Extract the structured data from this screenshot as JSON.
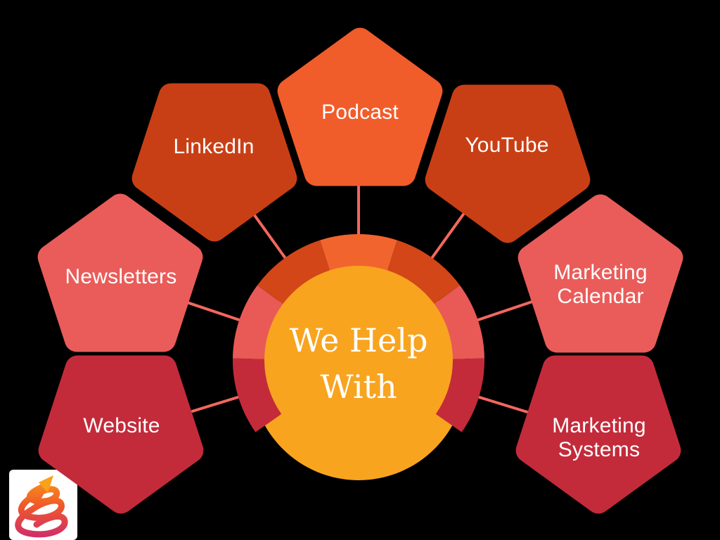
{
  "diagram": {
    "title_line1": "We Help",
    "title_line2": "With",
    "center_fill": "#F8A41F",
    "connector_color": "#F2675F",
    "background": "#000000",
    "text_color": "#FFFFFF"
  },
  "nodes": [
    {
      "id": "podcast",
      "label": "Podcast",
      "color": "#F15C2B"
    },
    {
      "id": "linkedin",
      "label": "LinkedIn",
      "color": "#C93F15"
    },
    {
      "id": "youtube",
      "label": "YouTube",
      "color": "#C93F15"
    },
    {
      "id": "newsletters",
      "label": "Newsletters",
      "color": "#EA5C59"
    },
    {
      "id": "marketing-calendar",
      "label_line1": "Marketing",
      "label_line2": "Calendar",
      "color": "#EA5C59"
    },
    {
      "id": "website",
      "label": "Website",
      "color": "#C32B3B"
    },
    {
      "id": "marketing-systems",
      "label_line1": "Marketing",
      "label_line2": "Systems",
      "color": "#C32B3B"
    }
  ],
  "ring_segments": [
    {
      "aligned_with": "website",
      "color": "#C32B3B"
    },
    {
      "aligned_with": "newsletters",
      "color": "#E95956"
    },
    {
      "aligned_with": "linkedin",
      "color": "#D24618"
    },
    {
      "aligned_with": "podcast",
      "color": "#F2642E"
    },
    {
      "aligned_with": "youtube",
      "color": "#D24618"
    },
    {
      "aligned_with": "marketing-calendar",
      "color": "#E95956"
    },
    {
      "aligned_with": "marketing-systems",
      "color": "#C32B3B"
    }
  ],
  "logo": {
    "name": "spiral-arrow-logo",
    "background": "#FFFFFF",
    "gradient_top": "#F9A11B",
    "gradient_mid": "#F05A28",
    "gradient_bottom": "#D22F68"
  }
}
